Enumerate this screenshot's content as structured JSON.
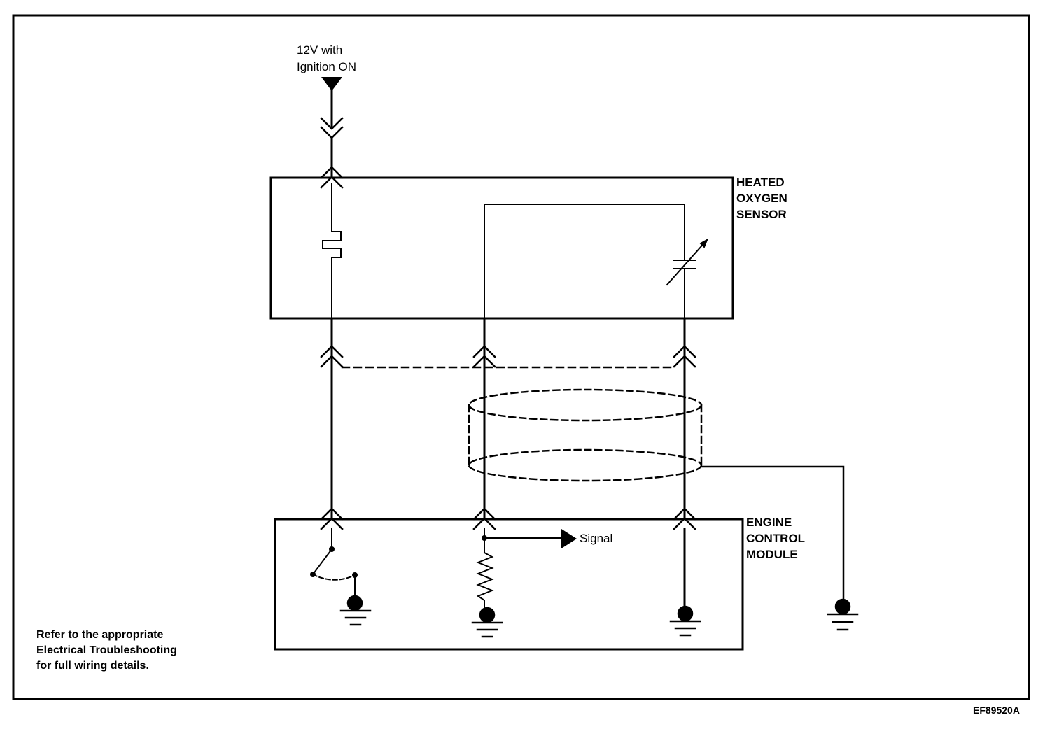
{
  "power_source": {
    "label": "12V with\nIgnition ON"
  },
  "sensor": {
    "label": "HEATED\nOXYGEN\nSENSOR"
  },
  "ecm": {
    "label": "ENGINE\nCONTROL\nMODULE"
  },
  "signal": {
    "label": "Signal"
  },
  "note": {
    "text": "Refer to the appropriate\nElectrical Troubleshooting\nfor full wiring details."
  },
  "figure_id": "EF89520A"
}
